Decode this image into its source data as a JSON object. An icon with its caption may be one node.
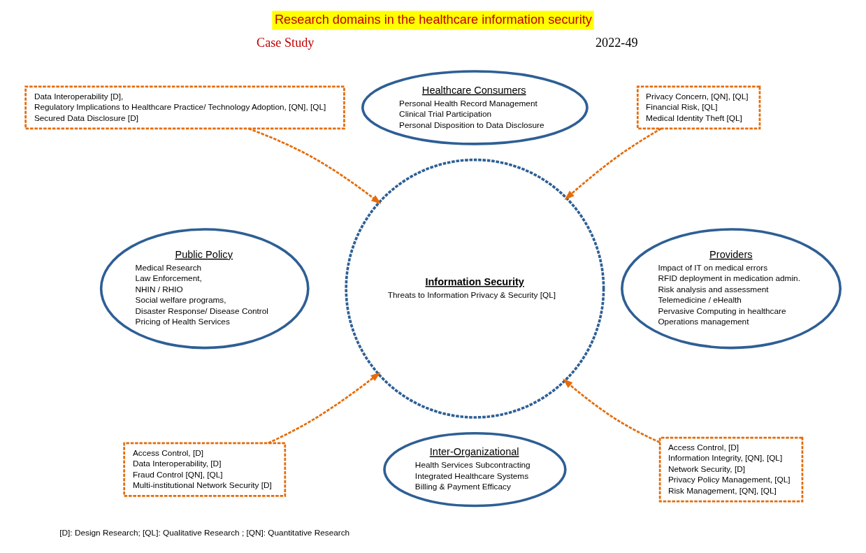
{
  "diagram": {
    "title": "Research domains in the healthcare information security",
    "nodes": [
      {
        "text": [
          "Data Interoperability [D],",
          "Regulatory Implications to Healthcare Practice/ Technology Adoption, [QN], [QL]",
          "Secured Data Disclosure [D]"
        ]
      },
      {
        "text": [
          "Healthcare Consumers",
          "Personal Health Record Management",
          "Clinical Trial Participation",
          "Personal Disposition to Data Disclosure"
        ]
      },
      {
        "text": [
          "Privacy Concern, [QN], [QL]",
          "Financial Risk, [QL]",
          "Medical Identity Theft [QL]"
        ]
      },
      {
        "text": [
          "Public Policy",
          "Medical Research",
          "Law Enforcement,",
          "NHIN / RHIO",
          "Social welfare programs,",
          "Disaster Response/ Disease Control",
          "Pricing of Health Services"
        ]
      },
      {
        "text": [
          "Information Security",
          "Threats to Information Privacy & Security [QL]"
        ]
      },
      {
        "text": [
          "Providers",
          "Impact of IT on medical errors",
          "RFID deployment in medication admin.",
          "Risk analysis and assessment",
          "Telemedicine / eHealth",
          "Pervasive Computing in healthcare",
          "Operations management"
        ]
      },
      {
        "text": [
          "Access Control, [D]",
          "Data Interoperability, [D]",
          "Fraud Control [QN], [QL]",
          "Multi-institutional Network Security [D]"
        ]
      },
      {
        "text": [
          "Inter-Organizational",
          "Health Services Subcontracting",
          "Integrated Healthcare Systems",
          "Billing & Payment Efficacy"
        ]
      },
      {
        "text": [
          "Access Control, [D]",
          "Information Integrity, [QN], [QL]",
          "Network Security, [D]",
          "Privacy Policy Management, [QL]",
          "Risk Management, [QN], [QL]"
        ]
      }
    ],
    "edges": [
      {
        "from": 0,
        "to": 4,
        "arrow": "to",
        "style": "dashed",
        "color": "#e46c0a"
      },
      {
        "from": 2,
        "to": 4,
        "arrow": "to",
        "style": "dashed",
        "color": "#e46c0a"
      },
      {
        "from": 6,
        "to": 4,
        "arrow": "to",
        "style": "dashed",
        "color": "#e46c0a"
      },
      {
        "from": 8,
        "to": 4,
        "arrow": "to",
        "style": "dashed",
        "color": "#e46c0a"
      }
    ],
    "labels": [
      "Case Study",
      "2022-49",
      "[D]: Design Research; [QL]: Qualitative Research ; [QN]: Quantitative Research"
    ]
  }
}
